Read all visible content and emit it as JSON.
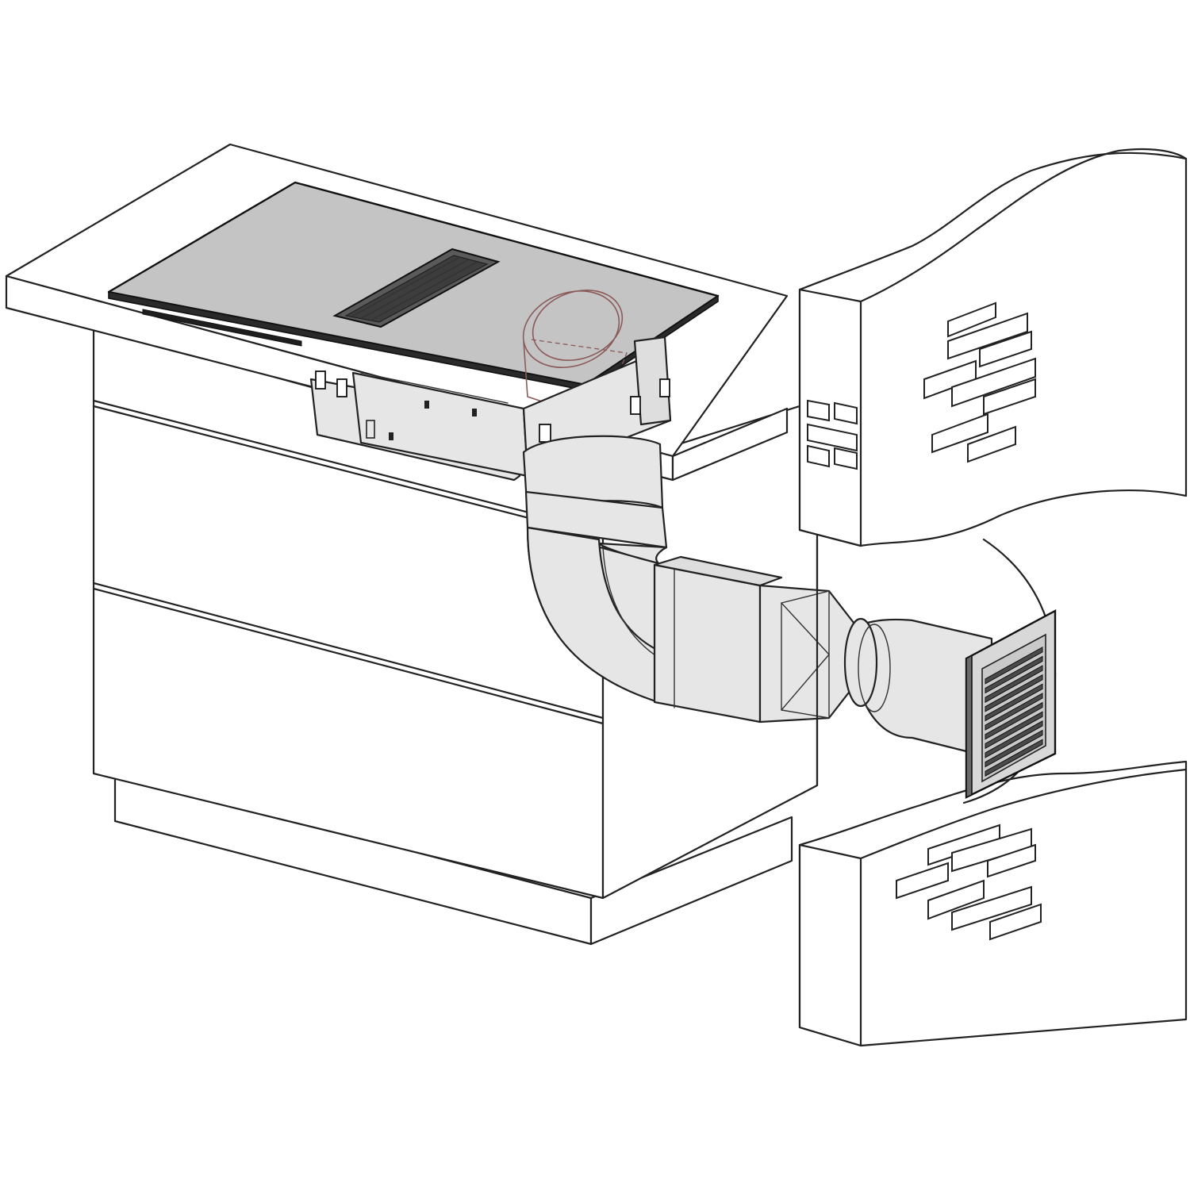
{
  "diagram": {
    "kind": "installation-illustration",
    "components": [
      {
        "id": "kitchen-island",
        "label": ""
      },
      {
        "id": "hob-with-downdraft",
        "label": ""
      },
      {
        "id": "fan-motor-unit",
        "label": ""
      },
      {
        "id": "duct-bend",
        "label": ""
      },
      {
        "id": "flat-duct",
        "label": ""
      },
      {
        "id": "round-to-flat-adapter",
        "label": ""
      },
      {
        "id": "wall-duct",
        "label": ""
      },
      {
        "id": "wall-grille",
        "label": ""
      },
      {
        "id": "brick-wall",
        "label": ""
      }
    ],
    "colors": {
      "outline": "#222222",
      "hob_glass": "#c4c4c4",
      "duct_fill": "#e6e6e6",
      "ghost_outline": "#8a5a5a",
      "background": "#ffffff"
    },
    "grille_louver_count": 11
  }
}
